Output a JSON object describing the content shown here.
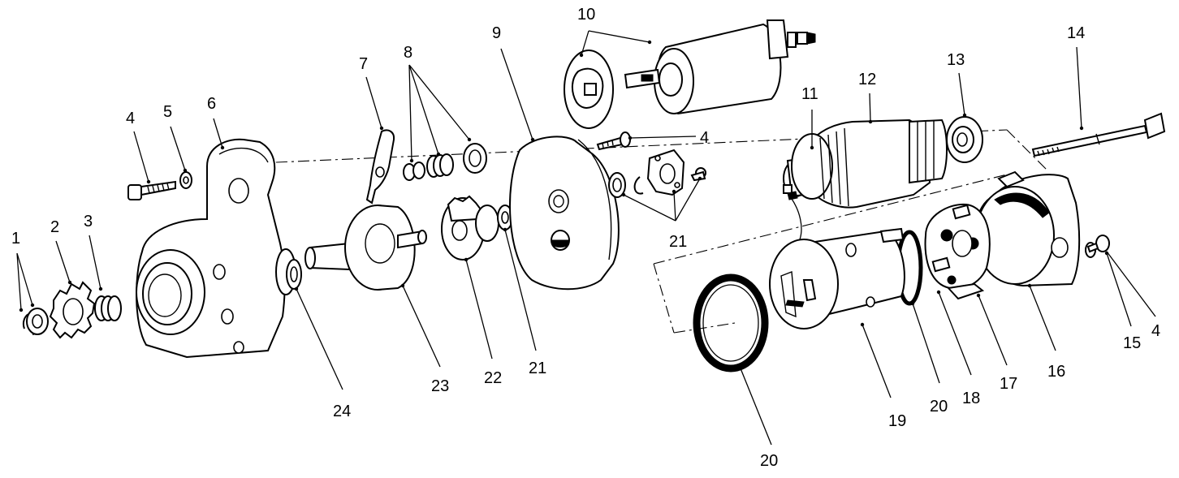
{
  "callouts": {
    "c1": "1",
    "c2": "2",
    "c3": "3",
    "c4a": "4",
    "c5": "5",
    "c6": "6",
    "c7": "7",
    "c8": "8",
    "c9": "9",
    "c10": "10",
    "c4b": "4",
    "c11": "11",
    "c12": "12",
    "c13": "13",
    "c14": "14",
    "c21a": "21",
    "c24": "24",
    "c23": "23",
    "c22": "22",
    "c21b": "21",
    "c20a": "20",
    "c19": "19",
    "c20b": "20",
    "c18": "18",
    "c17": "17",
    "c16": "16",
    "c15": "15",
    "c4c": "4"
  }
}
